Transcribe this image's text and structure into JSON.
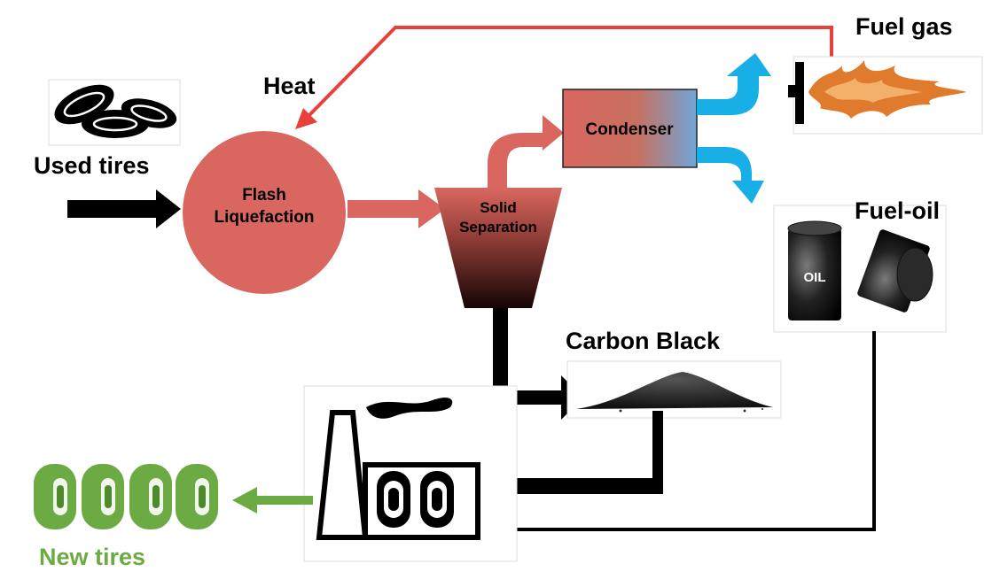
{
  "labels": {
    "used_tires": "Used tires",
    "heat": "Heat",
    "flash_line1": "Flash",
    "flash_line2": "Liquefaction",
    "solid_line1": "Solid",
    "solid_line2": "Separation",
    "condenser": "Condenser",
    "fuel_gas": "Fuel gas",
    "fuel_oil": "Fuel-oil",
    "carbon_black": "Carbon Black",
    "new_tires": "New tires",
    "oil_barrel_text": "OIL"
  },
  "colors": {
    "process": "#d9675f",
    "heat_line": "#e8403c",
    "gas_arrow": "#18aee6",
    "new_tires": "#6cab43",
    "black": "#000000",
    "flame": "#e07a2c"
  },
  "icons": {
    "used_tires": "used-tires-icon",
    "fuel_gas": "flame-burner-icon",
    "fuel_oil": "oil-barrels-icon",
    "carbon_black": "carbon-black-pile-icon",
    "factory": "factory-icon",
    "new_tires": "new-tires-icon"
  }
}
